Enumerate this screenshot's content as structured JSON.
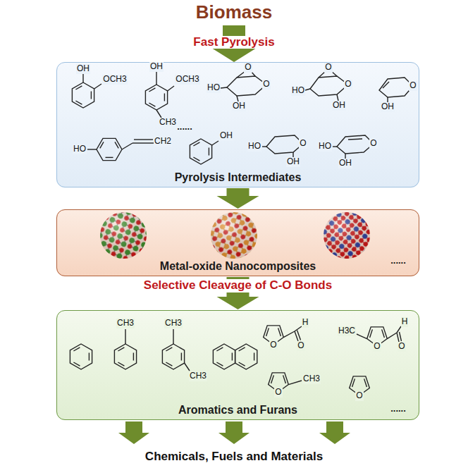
{
  "diagram": {
    "title": "Biomass",
    "nodes": [
      {
        "text": [
          "Pyrolysis Intermediates"
        ]
      },
      {
        "text": [
          "Metal-oxide Nanocomposites"
        ]
      },
      {
        "text": [
          "Aromatics and Furans"
        ]
      }
    ],
    "edges": [
      {
        "from": 0,
        "to": 1,
        "arrow": "to"
      },
      {
        "from": 1,
        "to": 2,
        "arrow": "to",
        "label": "Selective Cleavage of C-O Bonds"
      }
    ],
    "labels": [
      "Fast Pyrolysis",
      "OH",
      "OCH3",
      "OH",
      "OCH3",
      "CH3",
      "HO",
      "O",
      "O",
      "OH",
      "O",
      "HO",
      "O",
      "OH",
      "O",
      "OH",
      "HO",
      "CH2",
      "......",
      "OH",
      "HO",
      "O",
      "OH",
      "HO",
      "O",
      "OH",
      "......",
      "CH3",
      "CH3",
      "CH3",
      "O",
      "H",
      "O",
      "O",
      "CH3",
      "H3C",
      "O",
      "H",
      "O",
      "O",
      "......",
      "Chemicals, Fuels and Materials"
    ]
  }
}
